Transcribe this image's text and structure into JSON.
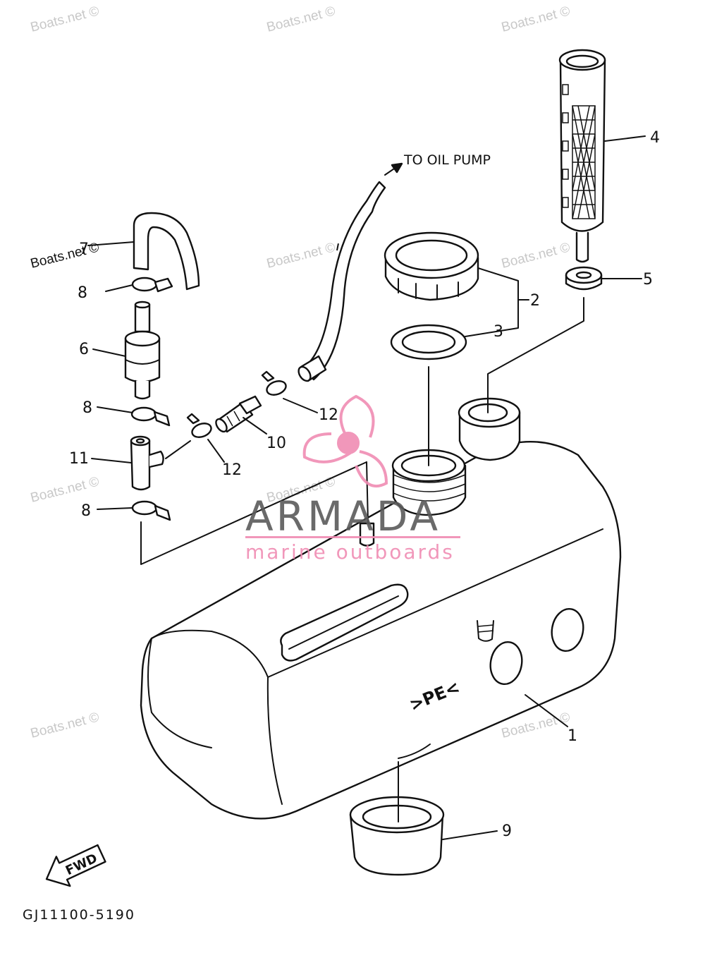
{
  "annotation": {
    "to_oil_pump": "TO OIL PUMP",
    "fwd": "FWD",
    "tank_marking": ">PE<",
    "diagram_code": "GJ11100-5190"
  },
  "callouts": {
    "c1": "1",
    "c2": "2",
    "c3": "3",
    "c4": "4",
    "c5": "5",
    "c6": "6",
    "c7": "7",
    "c8a": "8",
    "c8b": "8",
    "c8c": "8",
    "c9": "9",
    "c10": "10",
    "c11": "11",
    "c12a": "12",
    "c12b": "12"
  },
  "watermark": {
    "text": "Boats.net ©",
    "brand_name": "ARMADA",
    "brand_tagline": "marine outboards"
  },
  "colors": {
    "line": "#111111",
    "watermark": "#c8c8c8",
    "brand_gray": "#5a5a5a",
    "brand_pink": "#f08cb3"
  }
}
